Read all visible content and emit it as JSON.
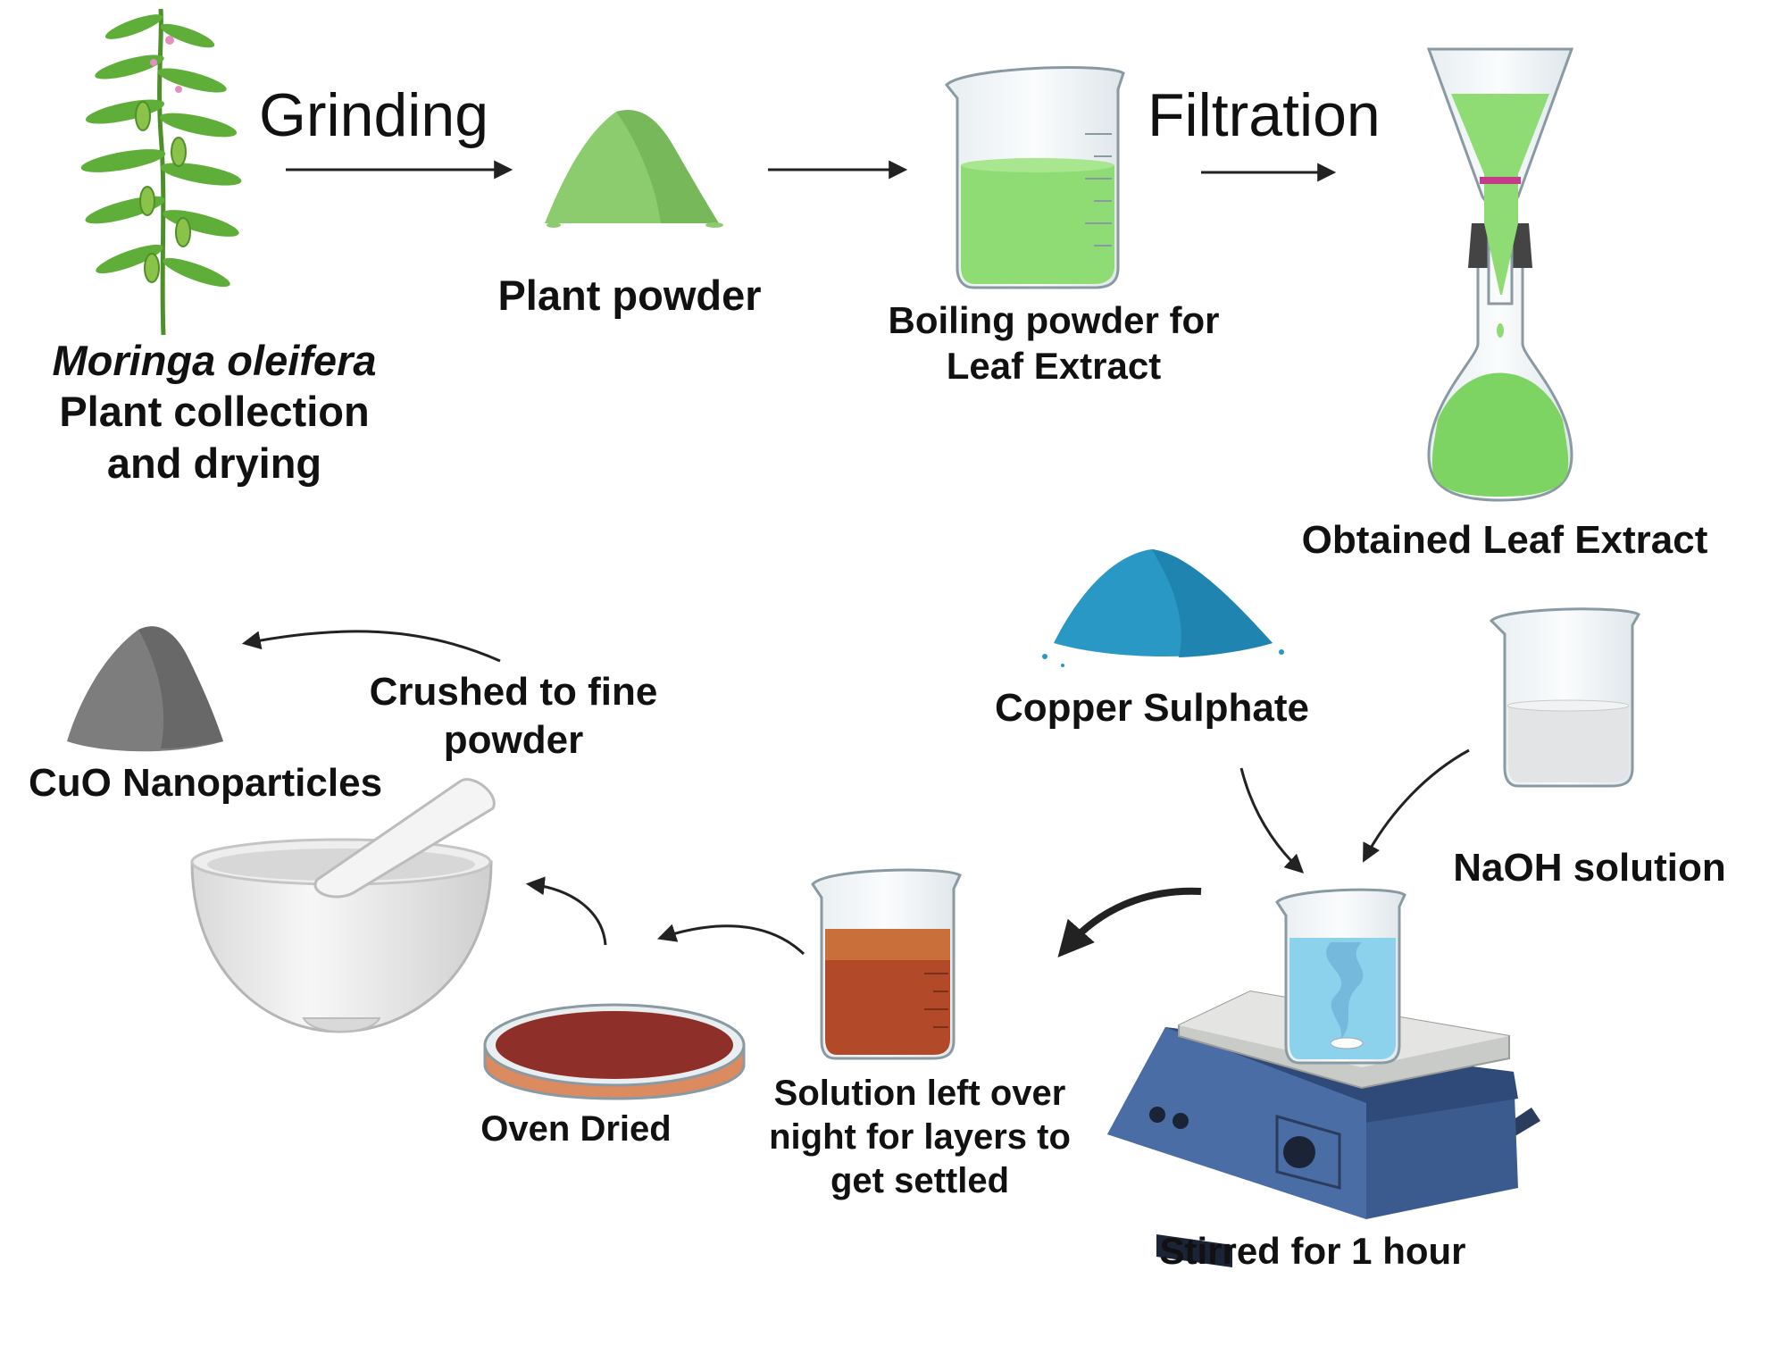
{
  "steps": {
    "grinding": "Grinding",
    "filtration": "Filtration"
  },
  "labels": {
    "plant_species": "Moringa oleifera",
    "plant_line2": "Plant collection",
    "plant_line3": "and drying",
    "plant_powder": "Plant powder",
    "boiling_line1": "Boiling powder for",
    "boiling_line2": "Leaf Extract",
    "obtained_extract": "Obtained Leaf Extract",
    "copper_sulphate": "Copper Sulphate",
    "naoh_solution": "NaOH solution",
    "stirred": "Stirred for 1 hour",
    "solution_line1": "Solution left over",
    "solution_line2": "night for layers to",
    "solution_line3": "get settled",
    "oven_dried": "Oven Dried",
    "crushed_line1": "Crushed to fine",
    "crushed_line2": "powder",
    "cuo": "CuO Nanoparticles"
  },
  "colors": {
    "leaf_green": "#5fae3a",
    "extract_green": "#8fdc74",
    "copper_blue": "#2a98c4",
    "precipitate_brown": "#a8452a",
    "petri_red": "#8e2f2a",
    "stirrer_blue": "#3b5a8e",
    "cuo_gray": "#7d7d7d"
  },
  "icons": [
    "moringa-plant-icon",
    "green-powder-icon",
    "beaker-green-extract-icon",
    "funnel-flask-icon",
    "copper-sulphate-pile-icon",
    "naoh-beaker-icon",
    "magnetic-stirrer-icon",
    "brown-solution-beaker-icon",
    "petri-dish-icon",
    "mortar-pestle-icon",
    "cuo-powder-pile-icon"
  ]
}
